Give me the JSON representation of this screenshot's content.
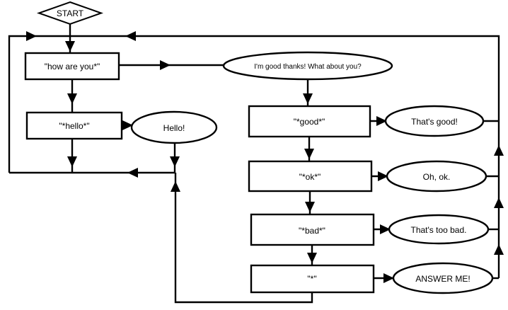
{
  "page": {
    "background": "#ffffff"
  },
  "diagram": {
    "kind": "flowchart",
    "colors": {
      "line": "#000000",
      "shape_fill": "#ffffff",
      "text": "#000000"
    },
    "nodes": {
      "start": "START",
      "pattern_how_are_you": "\"how are you*\"",
      "pattern_hello": "\"*hello*\"",
      "response_hello": "Hello!",
      "response_im_good": "I'm good thanks! What about you?",
      "pattern_good": "\"*good*\"",
      "response_thats_good": "That's good!",
      "pattern_ok": "\"*ok*\"",
      "response_oh_ok": "Oh, ok.",
      "pattern_bad": "\"*bad*\"",
      "response_thats_too_bad": "That's too bad.",
      "pattern_any": "\"*\"",
      "response_answer_me": "ANSWER ME!"
    }
  }
}
